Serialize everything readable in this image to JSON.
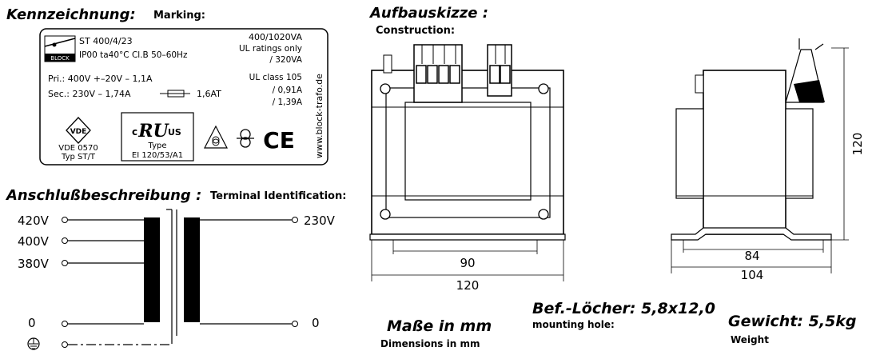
{
  "marking": {
    "title": "Kennzeichnung:",
    "subtitle": "Marking:",
    "logo_text": "BLOCK",
    "model": "ST 400/4/23",
    "spec": "IP00  ta40°C  Cl.B  50–60Hz",
    "power": "400/1020VA",
    "ul_line1": "UL ratings only",
    "ul_line2": "/ 320VA",
    "ul_line3": "UL class 105",
    "ul_line4": "/ 0,91A",
    "ul_line5": "/ 1,39A",
    "pri": "Pri.: 400V  +–20V  –  1,1A",
    "sec": "Sec.: 230V  –  1,74A",
    "fuse": "1,6AT",
    "vde_mark": "VDE",
    "vde_line1": "VDE  0570",
    "vde_line2": "Typ  ST/T",
    "ur_mark": "RU",
    "ur_c": "c",
    "ur_us": "US",
    "type_label": "Type",
    "type_value": "EI  120/53/A1",
    "ce_mark": "CE",
    "url": "www.block-trafo.de"
  },
  "terminals": {
    "title": "Anschlußbeschreibung :",
    "subtitle": "Terminal  Identification:",
    "primary": [
      "420V",
      "400V",
      "380V",
      "0"
    ],
    "secondary": [
      "230V",
      "0"
    ]
  },
  "construction": {
    "title": "Aufbauskizze :",
    "subtitle": "Construction:",
    "front_dim_inner": "90",
    "front_dim_outer": "120",
    "side_dim_height": "120",
    "side_dim_inner": "84",
    "side_dim_outer": "104"
  },
  "footer": {
    "dims_title": "Maße in mm",
    "dims_sub": "Dimensions  in  mm",
    "holes_title": "Bef.-Löcher: 5,8x12,0",
    "holes_sub": "mounting  hole:",
    "weight_title": "Gewicht: 5,5kg",
    "weight_sub": "Weight"
  }
}
